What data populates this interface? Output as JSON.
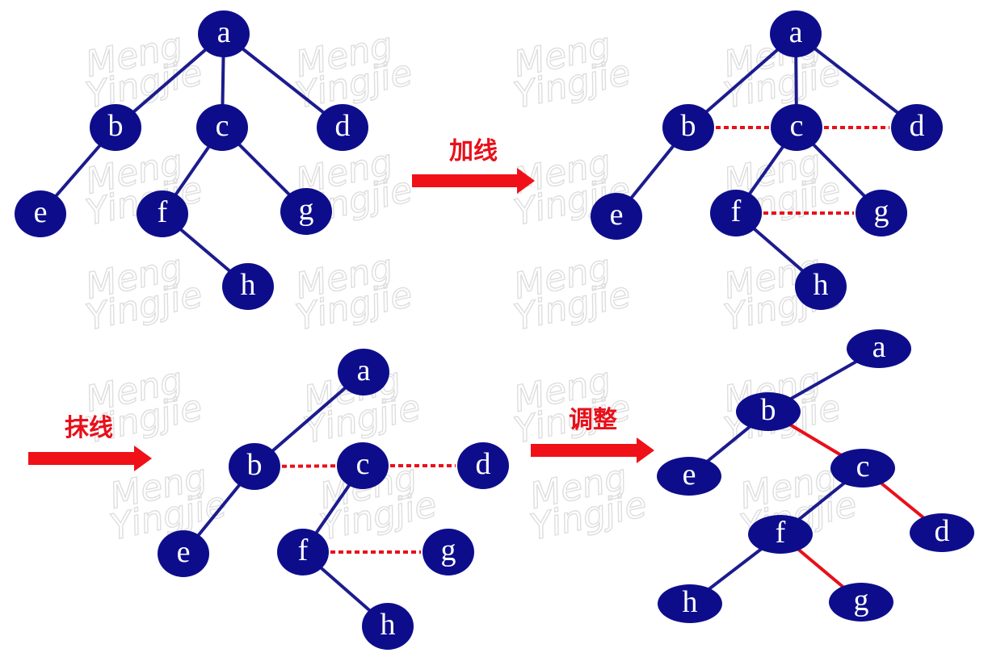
{
  "colors": {
    "node_fill": "#0d0d8c",
    "tree_edge": "#1c1c8e",
    "added_line": "#e8101a",
    "arrow": "#f01018",
    "step_label": "#e8101a",
    "watermark": "#d6d6d6"
  },
  "watermark": {
    "line1": "Meng",
    "line2": "Yingjie"
  },
  "steps": [
    {
      "label": "加线"
    },
    {
      "label": "抹线"
    },
    {
      "label": "调整"
    }
  ],
  "panels": [
    {
      "id": "original",
      "nodes": [
        "a",
        "b",
        "c",
        "d",
        "e",
        "f",
        "g",
        "h"
      ],
      "tree_edges": [
        [
          "a",
          "b"
        ],
        [
          "a",
          "c"
        ],
        [
          "a",
          "d"
        ],
        [
          "b",
          "e"
        ],
        [
          "c",
          "f"
        ],
        [
          "c",
          "g"
        ],
        [
          "f",
          "h"
        ]
      ],
      "sibling_links": []
    },
    {
      "id": "add-lines",
      "nodes": [
        "a",
        "b",
        "c",
        "d",
        "e",
        "f",
        "g",
        "h"
      ],
      "tree_edges": [
        [
          "a",
          "b"
        ],
        [
          "a",
          "c"
        ],
        [
          "a",
          "d"
        ],
        [
          "b",
          "e"
        ],
        [
          "c",
          "f"
        ],
        [
          "c",
          "g"
        ],
        [
          "f",
          "h"
        ]
      ],
      "sibling_links": [
        [
          "b",
          "c"
        ],
        [
          "c",
          "d"
        ],
        [
          "f",
          "g"
        ]
      ]
    },
    {
      "id": "erase-lines",
      "nodes": [
        "a",
        "b",
        "c",
        "d",
        "e",
        "f",
        "g",
        "h"
      ],
      "tree_edges": [
        [
          "a",
          "b"
        ],
        [
          "b",
          "e"
        ],
        [
          "c",
          "f"
        ],
        [
          "f",
          "h"
        ]
      ],
      "sibling_links": [
        [
          "b",
          "c"
        ],
        [
          "c",
          "d"
        ],
        [
          "f",
          "g"
        ]
      ]
    },
    {
      "id": "adjusted",
      "nodes": [
        "a",
        "b",
        "c",
        "d",
        "e",
        "f",
        "g",
        "h"
      ],
      "tree_edges": [
        [
          "a",
          "b"
        ],
        [
          "b",
          "e"
        ],
        [
          "c",
          "f"
        ],
        [
          "f",
          "h"
        ]
      ],
      "sibling_links": [],
      "right_links": [
        [
          "b",
          "c"
        ],
        [
          "c",
          "d"
        ],
        [
          "f",
          "g"
        ]
      ]
    }
  ]
}
